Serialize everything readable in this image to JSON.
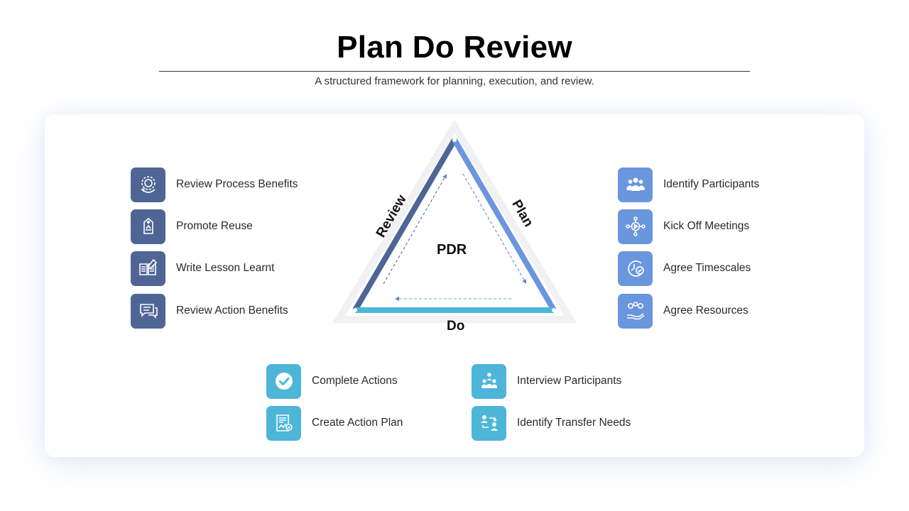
{
  "header": {
    "title": "Plan Do Review",
    "subtitle": "A structured framework for planning, execution, and review."
  },
  "diagram": {
    "center": "PDR",
    "side_left": "Review",
    "side_right": "Plan",
    "side_bottom": "Do",
    "colors": {
      "review": "#4e6596",
      "plan": "#6a96de",
      "do": "#4db5d8"
    }
  },
  "review_items": [
    {
      "label": "Review Process Benefits",
      "icon": "gear-cycle-icon"
    },
    {
      "label": "Promote Reuse",
      "icon": "recycle-tag-icon"
    },
    {
      "label": "Write Lesson Learnt",
      "icon": "book-pencil-icon"
    },
    {
      "label": "Review Action Benefits",
      "icon": "chat-bubble-icon"
    }
  ],
  "plan_items": [
    {
      "label": "Identify Participants",
      "icon": "group-icon"
    },
    {
      "label": "Kick Off Meetings",
      "icon": "network-play-icon"
    },
    {
      "label": "Agree Timescales",
      "icon": "clock-check-icon"
    },
    {
      "label": "Agree Resources",
      "icon": "hand-resources-icon"
    }
  ],
  "do_items_left": [
    {
      "label": "Complete Actions",
      "icon": "check-circle-icon"
    },
    {
      "label": "Create Action Plan",
      "icon": "plan-document-icon"
    }
  ],
  "do_items_right": [
    {
      "label": "Interview Participants",
      "icon": "interview-people-icon"
    },
    {
      "label": "Identify Transfer Needs",
      "icon": "transfer-people-icon"
    }
  ]
}
